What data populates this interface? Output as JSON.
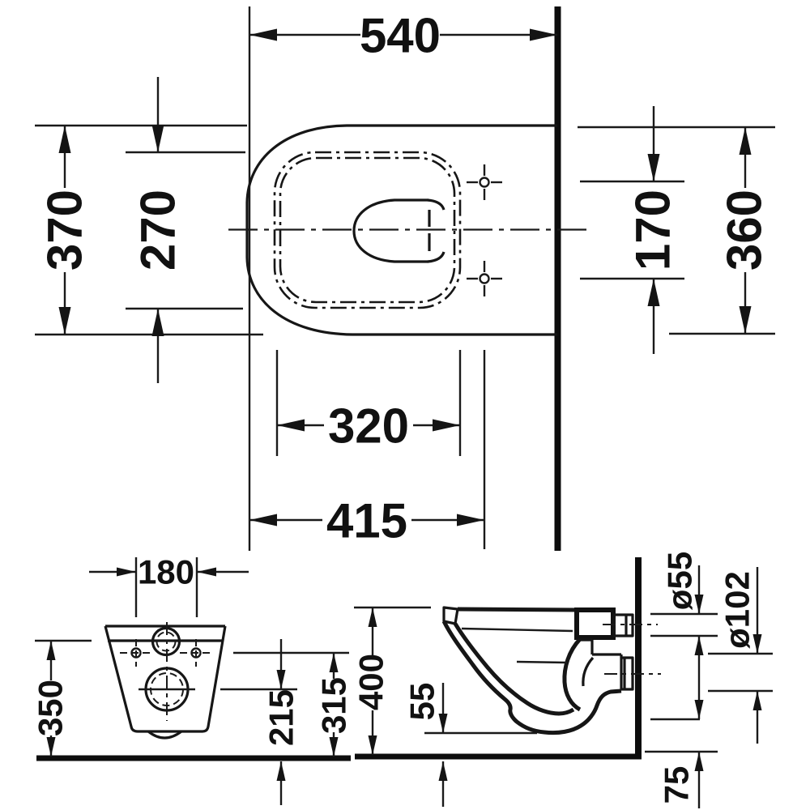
{
  "background": "#ffffff",
  "ink": "#111111",
  "views": {
    "plan": {
      "overall_width": "540",
      "overall_depth": "370",
      "seat_depth": "270",
      "hole_spacing": "170",
      "depth_from_wall": "360",
      "seat_width": "320",
      "holes_from_front": "415"
    },
    "front": {
      "hole_spacing": "180",
      "rim_height": "350",
      "outlet_height": "215",
      "hole_height": "315"
    },
    "side": {
      "overall_height": "400",
      "bottom_clearance": "55",
      "inlet_diameter": "ø55",
      "outlet_diameter": "ø102",
      "outlet_bottom_height": "75"
    }
  }
}
